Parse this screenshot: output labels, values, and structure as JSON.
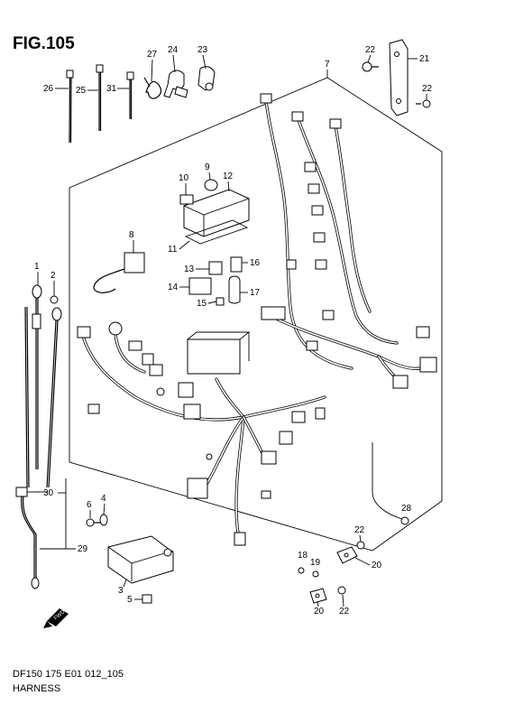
{
  "figure": {
    "title": "FIG.105"
  },
  "caption": {
    "code": "DF150 175 E01 012_105",
    "title": "HARNESS"
  },
  "callouts": {
    "c1": "1",
    "c2": "2",
    "c3": "3",
    "c4": "4",
    "c5": "5",
    "c6": "6",
    "c7": "7",
    "c8": "8",
    "c9": "9",
    "c10": "10",
    "c11": "11",
    "c12": "12",
    "c13": "13",
    "c14": "14",
    "c15": "15",
    "c16": "16",
    "c17": "17",
    "c18": "18",
    "c19": "19",
    "c20a": "20",
    "c20b": "20",
    "c21": "21",
    "c22a": "22",
    "c22b": "22",
    "c22c": "22",
    "c22d": "22",
    "c23": "23",
    "c24": "24",
    "c25": "25",
    "c26": "26",
    "c27": "27",
    "c28": "28",
    "c29": "29",
    "c30": "30",
    "c31": "31"
  },
  "direction_marker": {
    "label": "FWD"
  }
}
